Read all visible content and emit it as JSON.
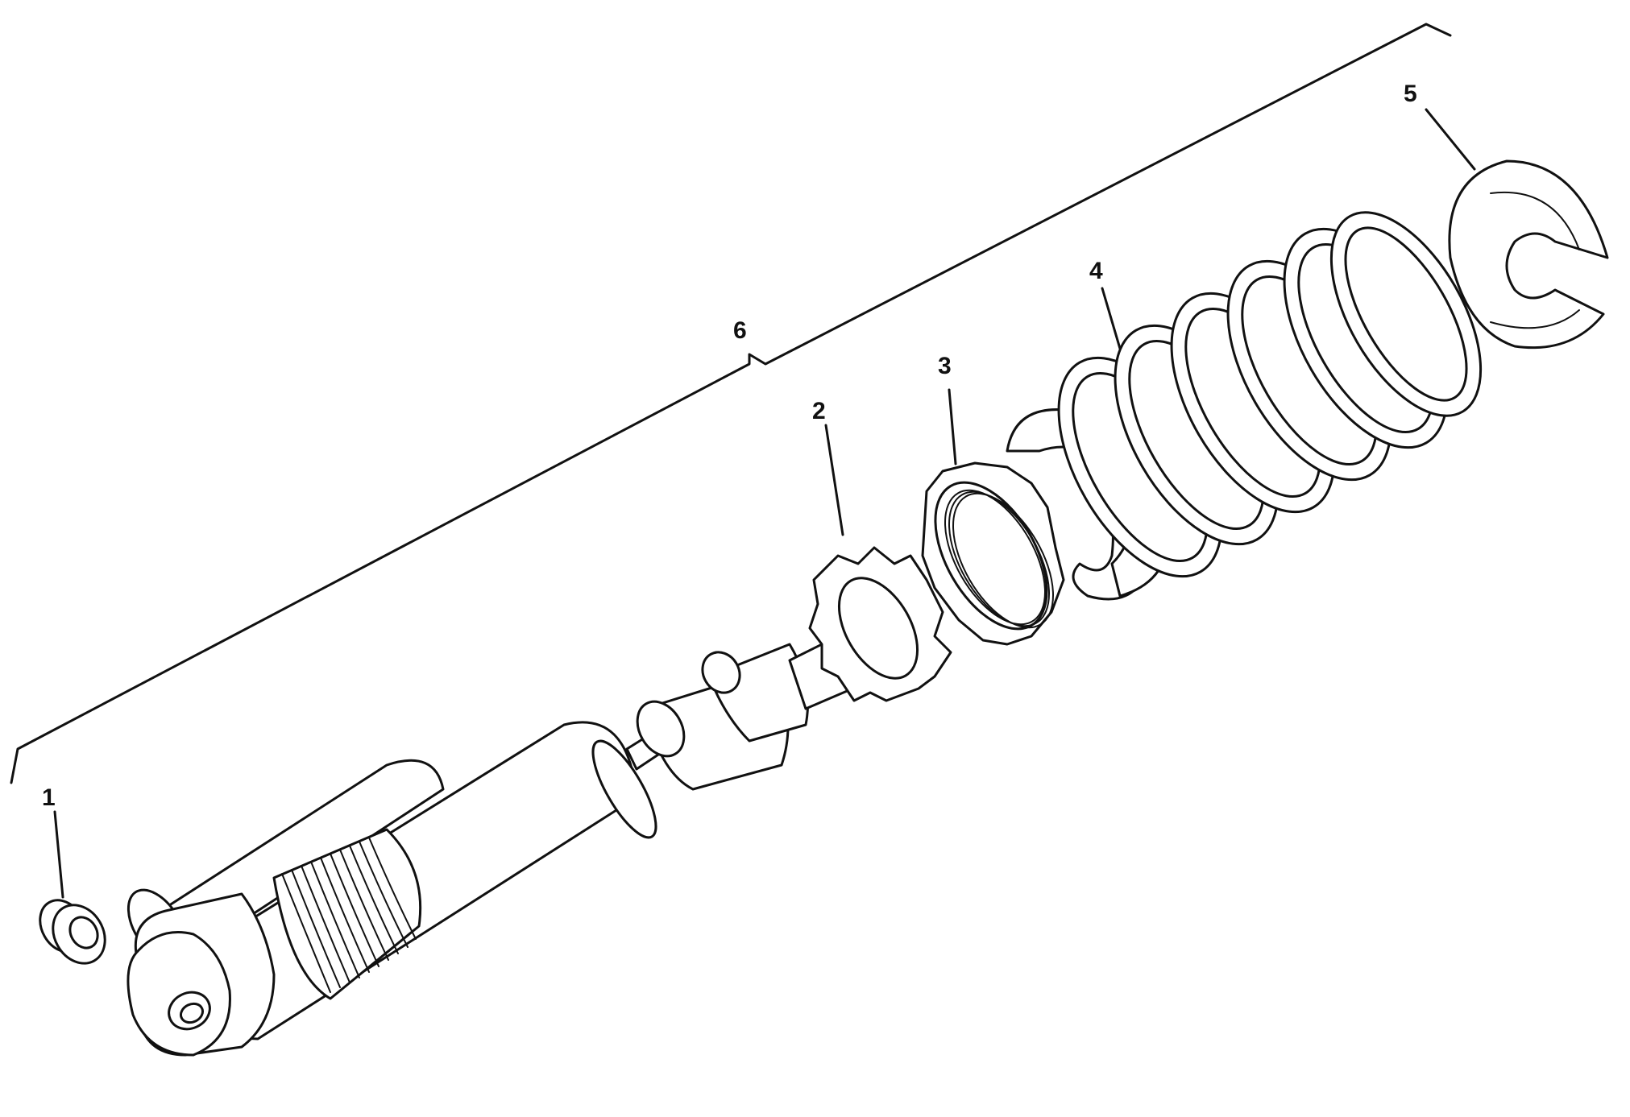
{
  "diagram": {
    "callouts": [
      {
        "id": "1",
        "label": "1"
      },
      {
        "id": "2",
        "label": "2"
      },
      {
        "id": "3",
        "label": "3"
      },
      {
        "id": "4",
        "label": "4"
      },
      {
        "id": "5",
        "label": "5"
      },
      {
        "id": "6",
        "label": "6"
      }
    ],
    "colors": {
      "ink": "#111111",
      "paper": "#ffffff"
    }
  }
}
